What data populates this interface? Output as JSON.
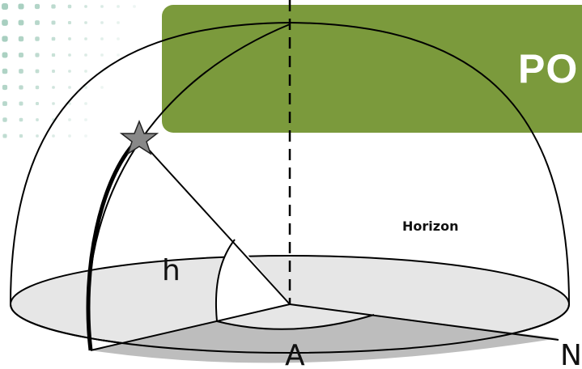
{
  "slide": {
    "title": "PO",
    "accent_color": "#7b9a3c",
    "dot_color": "#a8cfc0"
  },
  "diagram": {
    "labels": {
      "horizon": "Horizon",
      "altitude": "h",
      "azimuth": "A",
      "north": "N"
    },
    "icons": {
      "star": "star-icon"
    }
  }
}
